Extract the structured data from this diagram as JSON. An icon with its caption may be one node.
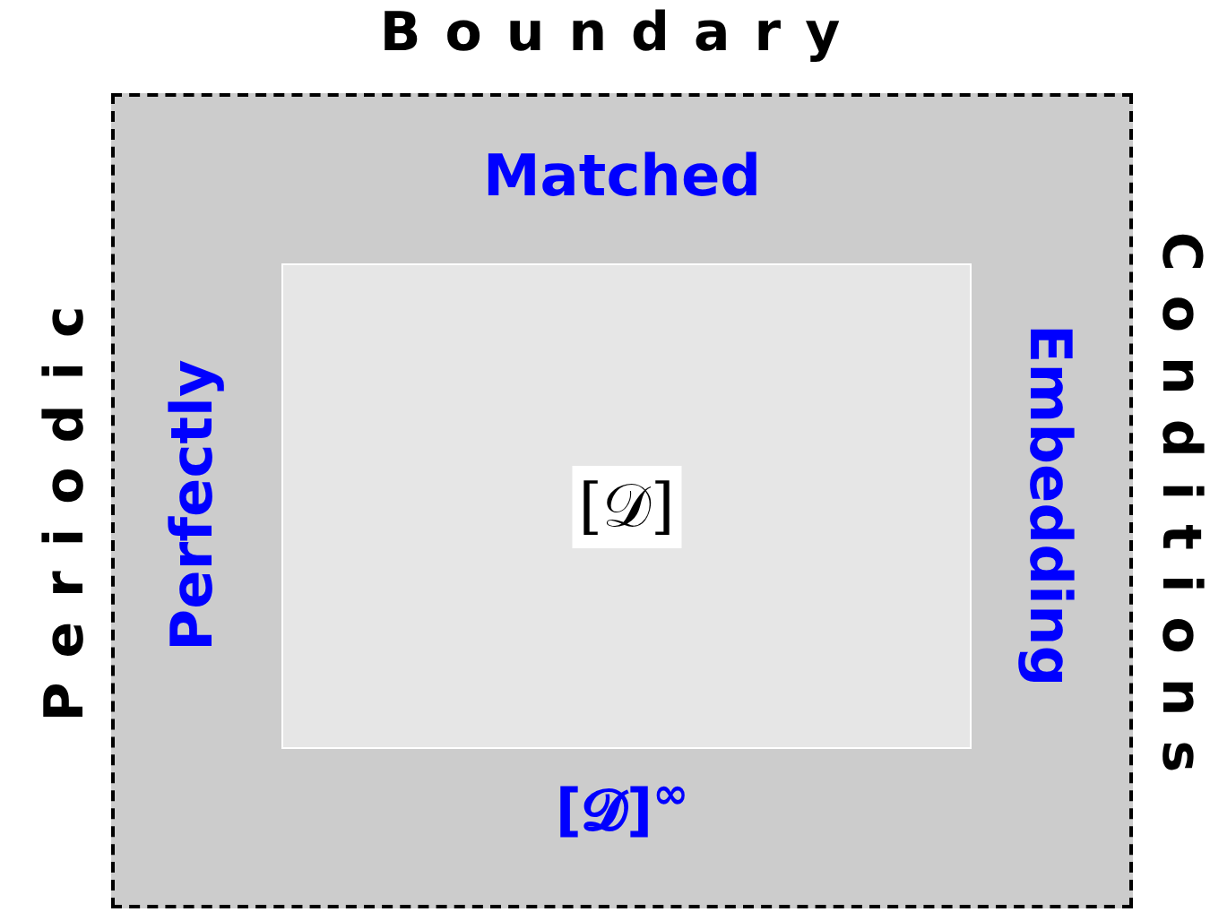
{
  "diagram": {
    "nodes": [
      {
        "text": [
          "Matched",
          "Perfectly",
          "Embedding",
          "[𝓓]$^{∞}$"
        ],
        "beside": [
          "Boundary",
          "Periodic",
          "Conditions"
        ]
      },
      {
        "text": [
          "[𝒟]"
        ],
        "in": 0
      }
    ]
  }
}
